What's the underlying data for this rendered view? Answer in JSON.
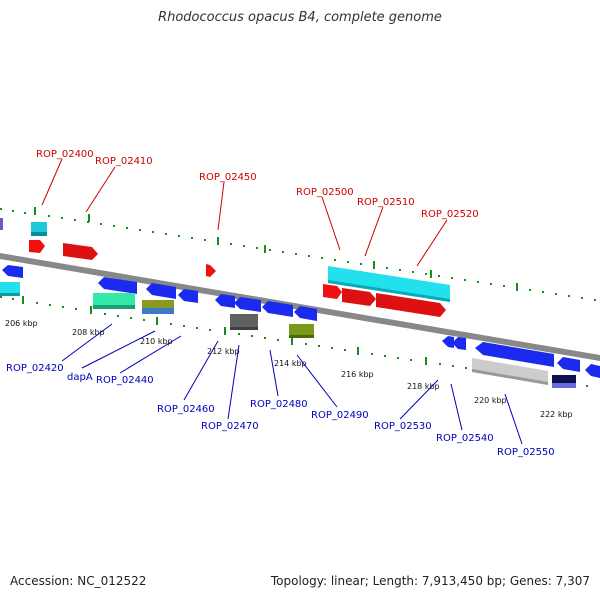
{
  "title": "Rhodococcus opacus B4, complete genome",
  "footer": {
    "accession": "Accession: NC_012522",
    "summary": "Topology: linear; Length: 7,913,450 bp; Genes: 7,307"
  },
  "colors": {
    "top_labels": "#cc0000",
    "bottom_labels": "#0000bb",
    "ticks": "#1a8c1a",
    "backbone": "#888888"
  },
  "ticks": [
    "206 kbp",
    "208 kbp",
    "210 kbp",
    "212 kbp",
    "214 kbp",
    "216 kbp",
    "218 kbp",
    "220 kbp",
    "222 kbp"
  ],
  "top_labels": [
    "ROP_02400",
    "ROP_02410",
    "ROP_02450",
    "ROP_02500",
    "ROP_02510",
    "ROP_02520"
  ],
  "bottom_labels": [
    "ROP_02420",
    "dapA",
    "ROP_02440",
    "ROP_02460",
    "ROP_02470",
    "ROP_02480",
    "ROP_02490",
    "ROP_02530",
    "ROP_02540",
    "ROP_02550"
  ]
}
